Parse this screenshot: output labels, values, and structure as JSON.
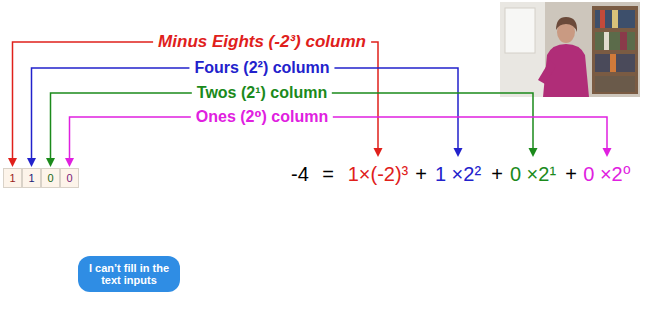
{
  "diagram": {
    "nodes": [
      {
        "text": [
          "1"
        ]
      },
      {
        "text": [
          "1"
        ]
      },
      {
        "text": [
          "0"
        ]
      },
      {
        "text": [
          "0"
        ]
      },
      {
        "text": [
          "I can’t fill in the text inputs"
        ]
      }
    ],
    "labels": [
      "Minus Eights (-2³) column",
      "Fours (2²) column",
      "Twos (2¹) column",
      "Ones (2⁰) column",
      "-4",
      "=",
      "1×(-2)³",
      "+",
      "1 ×2²",
      "+",
      "0 ×2¹",
      "+",
      "0 ×2⁰"
    ]
  }
}
